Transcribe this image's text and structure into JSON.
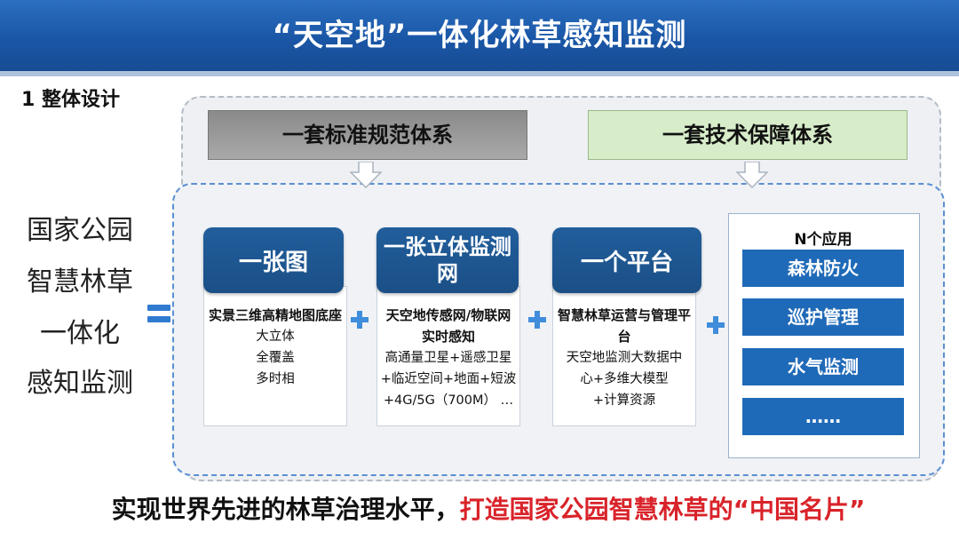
{
  "header": {
    "title": "“天空地”一体化林草感知监测"
  },
  "section_title": "1 整体设计",
  "left_lines": [
    "国家公园",
    "智慧林草",
    "一体化",
    "感知监测"
  ],
  "systems": {
    "standard": "一套标准规范体系",
    "tech": "一套技术保障体系"
  },
  "components": [
    {
      "pill": "一张图",
      "title": "实景三维高精地图底座",
      "body": [
        "大立体",
        "全覆盖",
        "多时相"
      ]
    },
    {
      "pill": "一张立体监测网",
      "title": "天空地传感网/物联网实时感知",
      "body": [
        "高通量卫星+遥感卫星",
        "+临近空间+地面+短波",
        "+4G/5G（700M） …"
      ]
    },
    {
      "pill": "一个平台",
      "title": "智慧林草运营与管理平台",
      "body": [
        "天空地监测大数据中",
        "心+多维大模型",
        "+计算资源"
      ]
    }
  ],
  "apps": {
    "title": "N个应用",
    "items": [
      "森林防火",
      "巡护管理",
      "水气监测",
      "……"
    ]
  },
  "bottom": {
    "part1": "实现世界先进的林草治理水平，",
    "part2": "打造国家公园智慧林草的“中国名片”"
  },
  "colors": {
    "header_blue": "#1a56a6",
    "pill_blue": "#1b4f86",
    "app_blue": "#1f6ab8",
    "slogan_red": "#d9232a",
    "plus_blue": "#3f8ddb"
  }
}
